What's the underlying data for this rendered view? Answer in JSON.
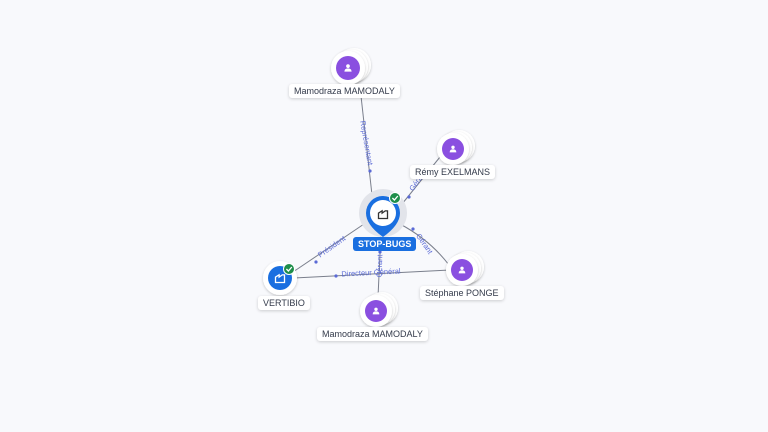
{
  "graph": {
    "nodes": [
      {
        "id": "stop_bugs",
        "label": "STOP-BUGS",
        "kind": "company",
        "status": "verified",
        "main": true
      },
      {
        "id": "vertibio",
        "label": "VERTIBIO",
        "kind": "company",
        "status": "verified"
      },
      {
        "id": "mamodraza_top",
        "label": "Mamodraza MAMODALY",
        "kind": "person"
      },
      {
        "id": "remy",
        "label": "Rémy EXELMANS",
        "kind": "person"
      },
      {
        "id": "stephane",
        "label": "Stéphane PONGE",
        "kind": "person"
      },
      {
        "id": "mamodraza_bottom",
        "label": "Mamodraza MAMODALY",
        "kind": "person"
      }
    ],
    "edges": [
      {
        "from": "mamodraza_top",
        "to": "stop_bugs",
        "label": "Représentant"
      },
      {
        "from": "remy",
        "to": "stop_bugs",
        "label": "Gérant"
      },
      {
        "from": "stephane",
        "to": "stop_bugs",
        "label": "Gérant"
      },
      {
        "from": "mamodraza_bottom",
        "to": "stop_bugs",
        "label": "Gérant"
      },
      {
        "from": "stop_bugs",
        "to": "vertibio",
        "label": "Président"
      },
      {
        "from": "stephane",
        "to": "vertibio",
        "label": "Directeur Général"
      }
    ]
  },
  "colors": {
    "company": "#1a6fe0",
    "person": "#8a4fe0",
    "verified": "#1e8e4a",
    "edge": "#7a7f8c",
    "edge_label": "#5a6ad6"
  }
}
